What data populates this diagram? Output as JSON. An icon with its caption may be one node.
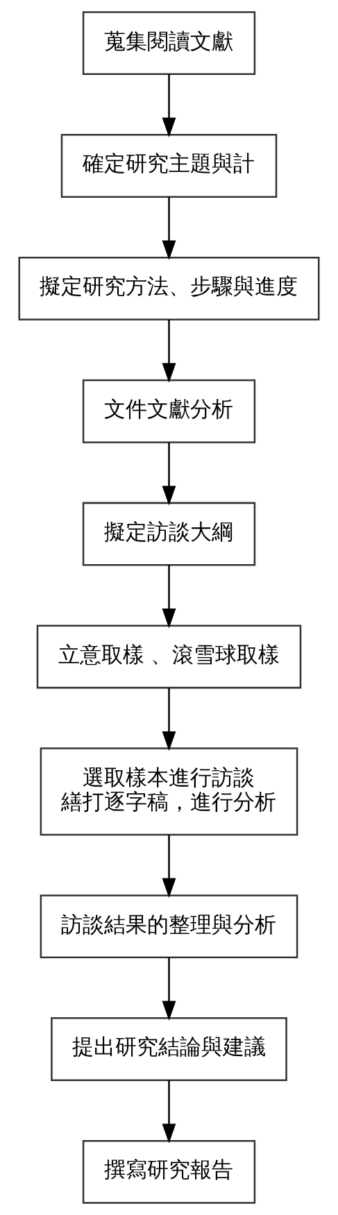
{
  "diagram": {
    "nodes": [
      {
        "text": [
          "蒐集閱讀文獻"
        ]
      },
      {
        "text": [
          "確定研究主題與計"
        ]
      },
      {
        "text": [
          "擬定研究方法、步驟與進度"
        ]
      },
      {
        "text": [
          "文件文獻分析"
        ]
      },
      {
        "text": [
          "擬定訪談大綱"
        ]
      },
      {
        "text": [
          "立意取樣 、滾雪球取樣"
        ]
      },
      {
        "text": [
          "選取樣本進行訪談",
          "繕打逐字稿，進行分析"
        ]
      },
      {
        "text": [
          "訪談結果的整理與分析"
        ]
      },
      {
        "text": [
          "提出研究結論與建議"
        ]
      },
      {
        "text": [
          "撰寫研究報告"
        ]
      }
    ],
    "edges": [
      {
        "from": 0,
        "to": 1,
        "arrow": "to"
      },
      {
        "from": 1,
        "to": 2,
        "arrow": "to"
      },
      {
        "from": 2,
        "to": 3,
        "arrow": "to"
      },
      {
        "from": 3,
        "to": 4,
        "arrow": "to"
      },
      {
        "from": 4,
        "to": 5,
        "arrow": "to"
      },
      {
        "from": 5,
        "to": 6,
        "arrow": "to"
      },
      {
        "from": 6,
        "to": 7,
        "arrow": "to"
      },
      {
        "from": 7,
        "to": 8,
        "arrow": "to"
      },
      {
        "from": 8,
        "to": 9,
        "arrow": "to"
      }
    ]
  }
}
